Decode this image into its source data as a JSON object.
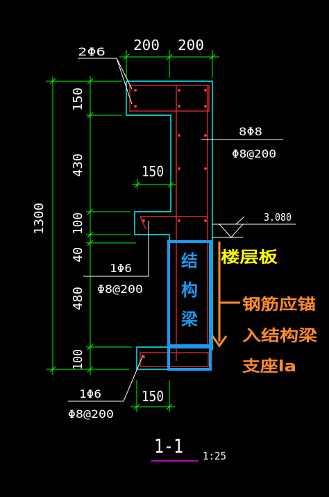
{
  "drawing": {
    "dims_top": [
      "200",
      "200"
    ],
    "dims_left": [
      "150",
      "430",
      "100",
      "40",
      "480",
      "100"
    ],
    "dim_total": "1300",
    "dim_inner_150_upper": "150",
    "dim_bottom_150": "150",
    "rebar_top": "2Φ6",
    "rebar_side": "8Φ8",
    "stirrup_side": "Φ8@200",
    "elev": "3.080",
    "rebar_mid": "1Φ6",
    "stirrup_mid": "Φ8@200",
    "rebar_bot": "1Φ6",
    "stirrup_bot": "Φ8@200",
    "section_title": "1-1",
    "scale": "1:25"
  },
  "annotations": {
    "beam_chars": [
      "结",
      "构",
      "梁"
    ],
    "floor_slab": "楼层板",
    "anchor_note": [
      "钢筋应锚",
      "入结构梁",
      "支座la"
    ]
  },
  "colors": {
    "background": "#000000",
    "outline": "#00ffff",
    "rebar": "#ff3030",
    "dim": "#00ff00",
    "text": "#ffffff",
    "beam_highlight": "#1a9bf0",
    "floor_label": "#ffff00",
    "note": "#ff8c2a",
    "title_underline": "#c000c0"
  }
}
